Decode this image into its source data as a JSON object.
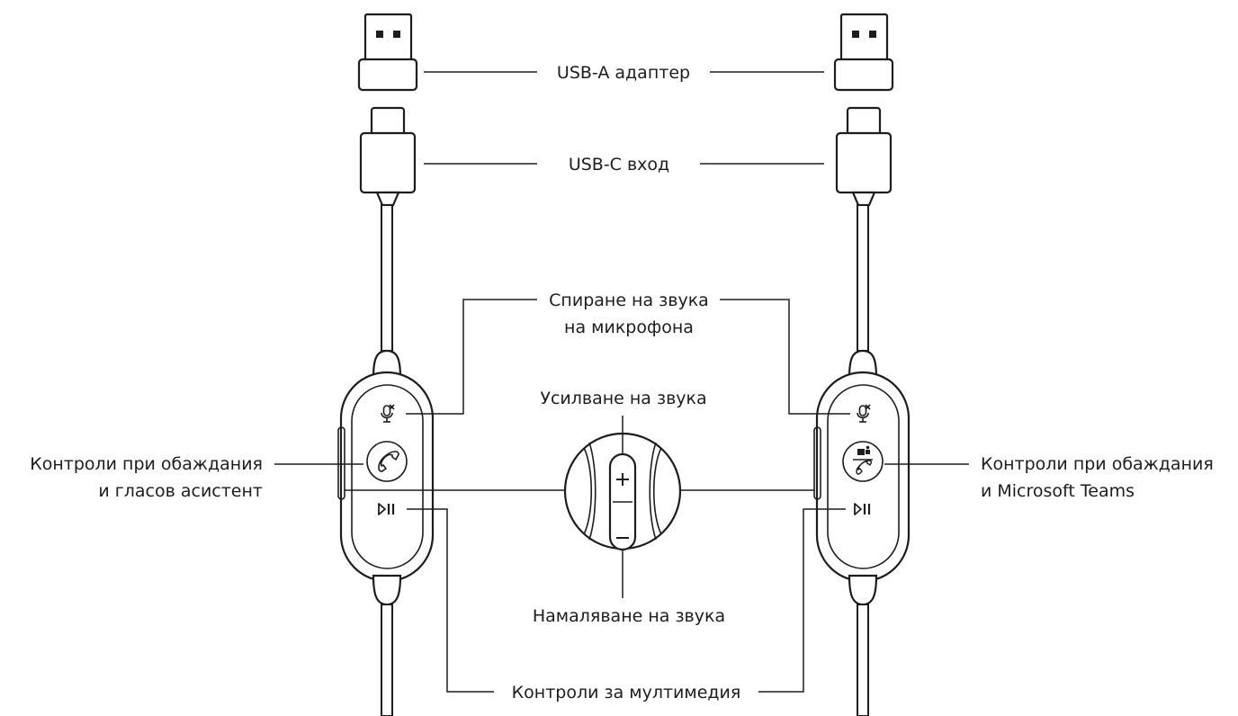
{
  "labels": {
    "usb_a": "USB-A адаптер",
    "usb_c": "USB-C вход",
    "mute_line1": "Спиране на звука",
    "mute_line2": "на микрофона",
    "volume_up": "Усилване на звука",
    "volume_down": "Намаляване на звука",
    "left_call_line1": "Контроли при обаждания",
    "left_call_line2": "и гласов асистент",
    "right_call_line1": "Контроли при обаждания",
    "right_call_line2": "и Microsoft Teams",
    "media": "Контроли за мултимедия"
  },
  "icons": {
    "mute": "microphone-mute-icon",
    "call": "phone-handset-icon",
    "teams": "microsoft-teams-icon",
    "media": "play-pause-icon",
    "plus": "plus-icon",
    "minus": "minus-icon"
  },
  "colors": {
    "line": "#1d1d1d",
    "background": "#ffffff"
  }
}
